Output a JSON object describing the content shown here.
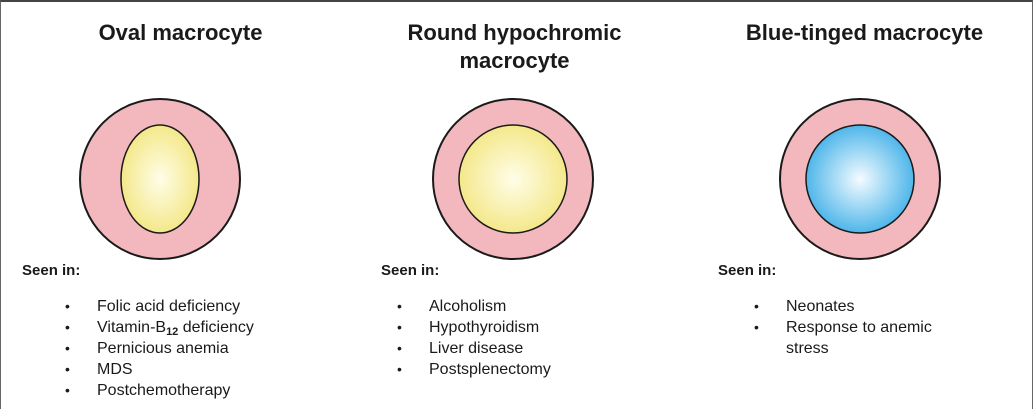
{
  "panels": [
    {
      "title_lines": [
        "Oval macrocyte"
      ],
      "cell": {
        "shape": "oval",
        "center_color": "#fffde8",
        "center_edge_color": "#f4e88a",
        "rim_color": "#f2b8bd"
      },
      "seen_label": "Seen in:",
      "items": [
        "Folic acid deficiency",
        "Vitamin-B",
        "Pernicious anemia",
        "MDS",
        "Postchemotherapy"
      ],
      "item_subscripts": {
        "1": "12"
      },
      "item_suffixes": {
        "1": " deficiency"
      }
    },
    {
      "title_lines": [
        "Round hypochromic",
        "macrocyte"
      ],
      "cell": {
        "shape": "round",
        "center_color": "#fffde8",
        "center_edge_color": "#f4e88a",
        "rim_color": "#f2b8bd"
      },
      "seen_label": "Seen in:",
      "items": [
        "Alcoholism",
        "Hypothyroidism",
        "Liver disease",
        "Postsplenectomy"
      ]
    },
    {
      "title_lines": [
        "Blue-tinged macrocyte"
      ],
      "cell": {
        "shape": "round",
        "center_color": "#f4fbff",
        "center_edge_color": "#4fb6ea",
        "rim_color": "#f2b8bd"
      },
      "seen_label": "Seen in:",
      "items": [
        "Neonates",
        "Response to anemic stress"
      ]
    }
  ]
}
